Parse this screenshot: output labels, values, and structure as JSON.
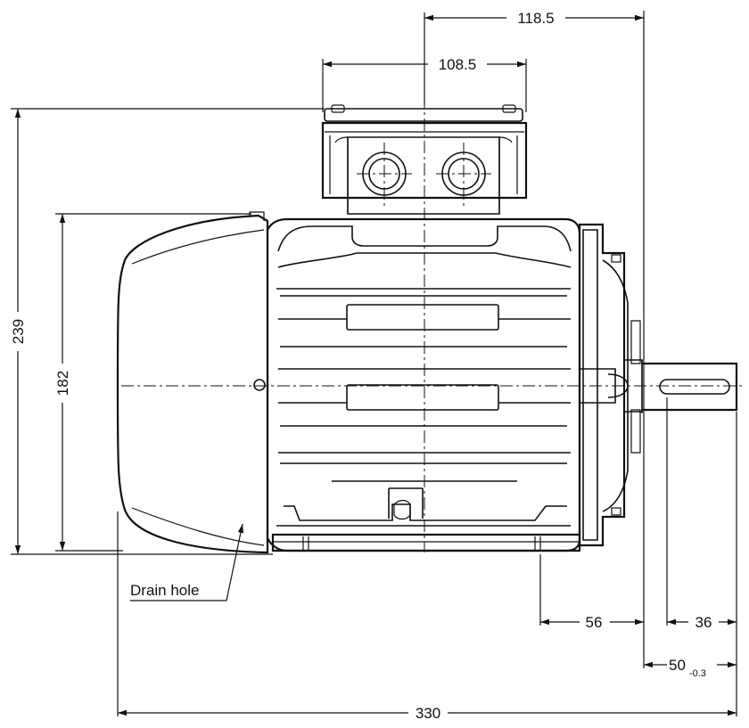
{
  "dimensions": {
    "top_overall": "118.5",
    "terminal_box_width": "108.5",
    "overall_height": "239",
    "frame_height": "182",
    "flange_to_foot_hole": "56",
    "keyway_length": "36",
    "shaft_length": "50",
    "shaft_length_tolerance": "-0.3",
    "overall_length": "330"
  },
  "annotations": {
    "drain_hole": "Drain hole"
  }
}
